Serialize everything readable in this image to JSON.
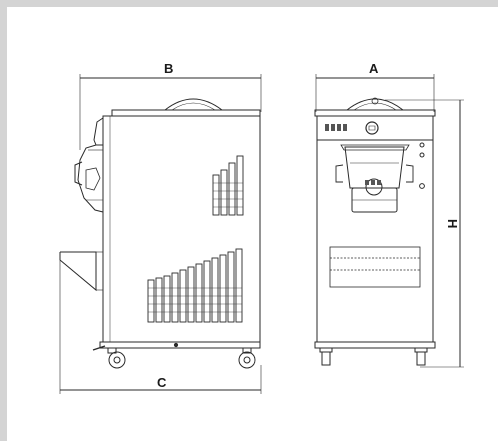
{
  "labels": {
    "a": "A",
    "b": "B",
    "c": "C",
    "h": "H"
  },
  "colors": {
    "background": "#d4d4d4",
    "canvas": "#ffffff",
    "line": "#2a2a2a",
    "fill_dark": "#555555"
  }
}
